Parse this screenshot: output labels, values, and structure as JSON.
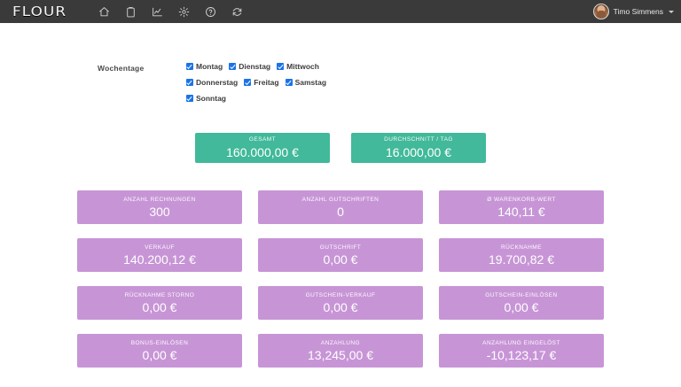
{
  "topbar": {
    "brand": "FLOUR",
    "nav_icons": [
      {
        "name": "home-icon",
        "title": "Home"
      },
      {
        "name": "clipboard-icon",
        "title": "Clipboard"
      },
      {
        "name": "chart-icon",
        "title": "Reports"
      },
      {
        "name": "gear-icon",
        "title": "Settings"
      },
      {
        "name": "help-icon",
        "title": "Help"
      },
      {
        "name": "refresh-icon",
        "title": "Refresh"
      }
    ],
    "user": {
      "name": "Timo Simmens"
    }
  },
  "filter": {
    "label": "Wochentage",
    "rows": [
      [
        {
          "label": "Montag",
          "checked": true
        },
        {
          "label": "Dienstag",
          "checked": true
        },
        {
          "label": "Mittwoch",
          "checked": true
        }
      ],
      [
        {
          "label": "Donnerstag",
          "checked": true
        },
        {
          "label": "Freitag",
          "checked": true
        },
        {
          "label": "Samstag",
          "checked": true
        }
      ],
      [
        {
          "label": "Sonntag",
          "checked": true
        }
      ]
    ]
  },
  "summary_cards": [
    {
      "title": "GESAMT",
      "value": "160.000,00 €"
    },
    {
      "title": "DURCHSCHNITT / TAG",
      "value": "16.000,00 €"
    }
  ],
  "metric_cards": [
    {
      "title": "ANZAHL RECHNUNGEN",
      "value": "300"
    },
    {
      "title": "ANZAHL GUTSCHRIFTEN",
      "value": "0"
    },
    {
      "title": "Ø WARENKORB-WERT",
      "value": "140,11 €"
    },
    {
      "title": "VERKAUF",
      "value": "140.200,12 €"
    },
    {
      "title": "GUTSCHRIFT",
      "value": "0,00 €"
    },
    {
      "title": "RÜCKNAHME",
      "value": "19.700,82 €"
    },
    {
      "title": "RÜCKNAHME STORNO",
      "value": "0,00 €"
    },
    {
      "title": "GUTSCHEIN-VERKAUF",
      "value": "0,00 €"
    },
    {
      "title": "GUTSCHEIN-EINLÖSEN",
      "value": "0,00 €"
    },
    {
      "title": "BONUS-EINLÖSEN",
      "value": "0,00 €"
    },
    {
      "title": "ANZAHLUNG",
      "value": "13,245,00 €"
    },
    {
      "title": "ANZAHLUNG EINGELÖST",
      "value": "-10,123,17 €"
    }
  ],
  "colors": {
    "topbar": "#3a3a3a",
    "summary_card": "#41b99a",
    "metric_card": "#c795d6",
    "checkbox": "#1a73e8"
  }
}
